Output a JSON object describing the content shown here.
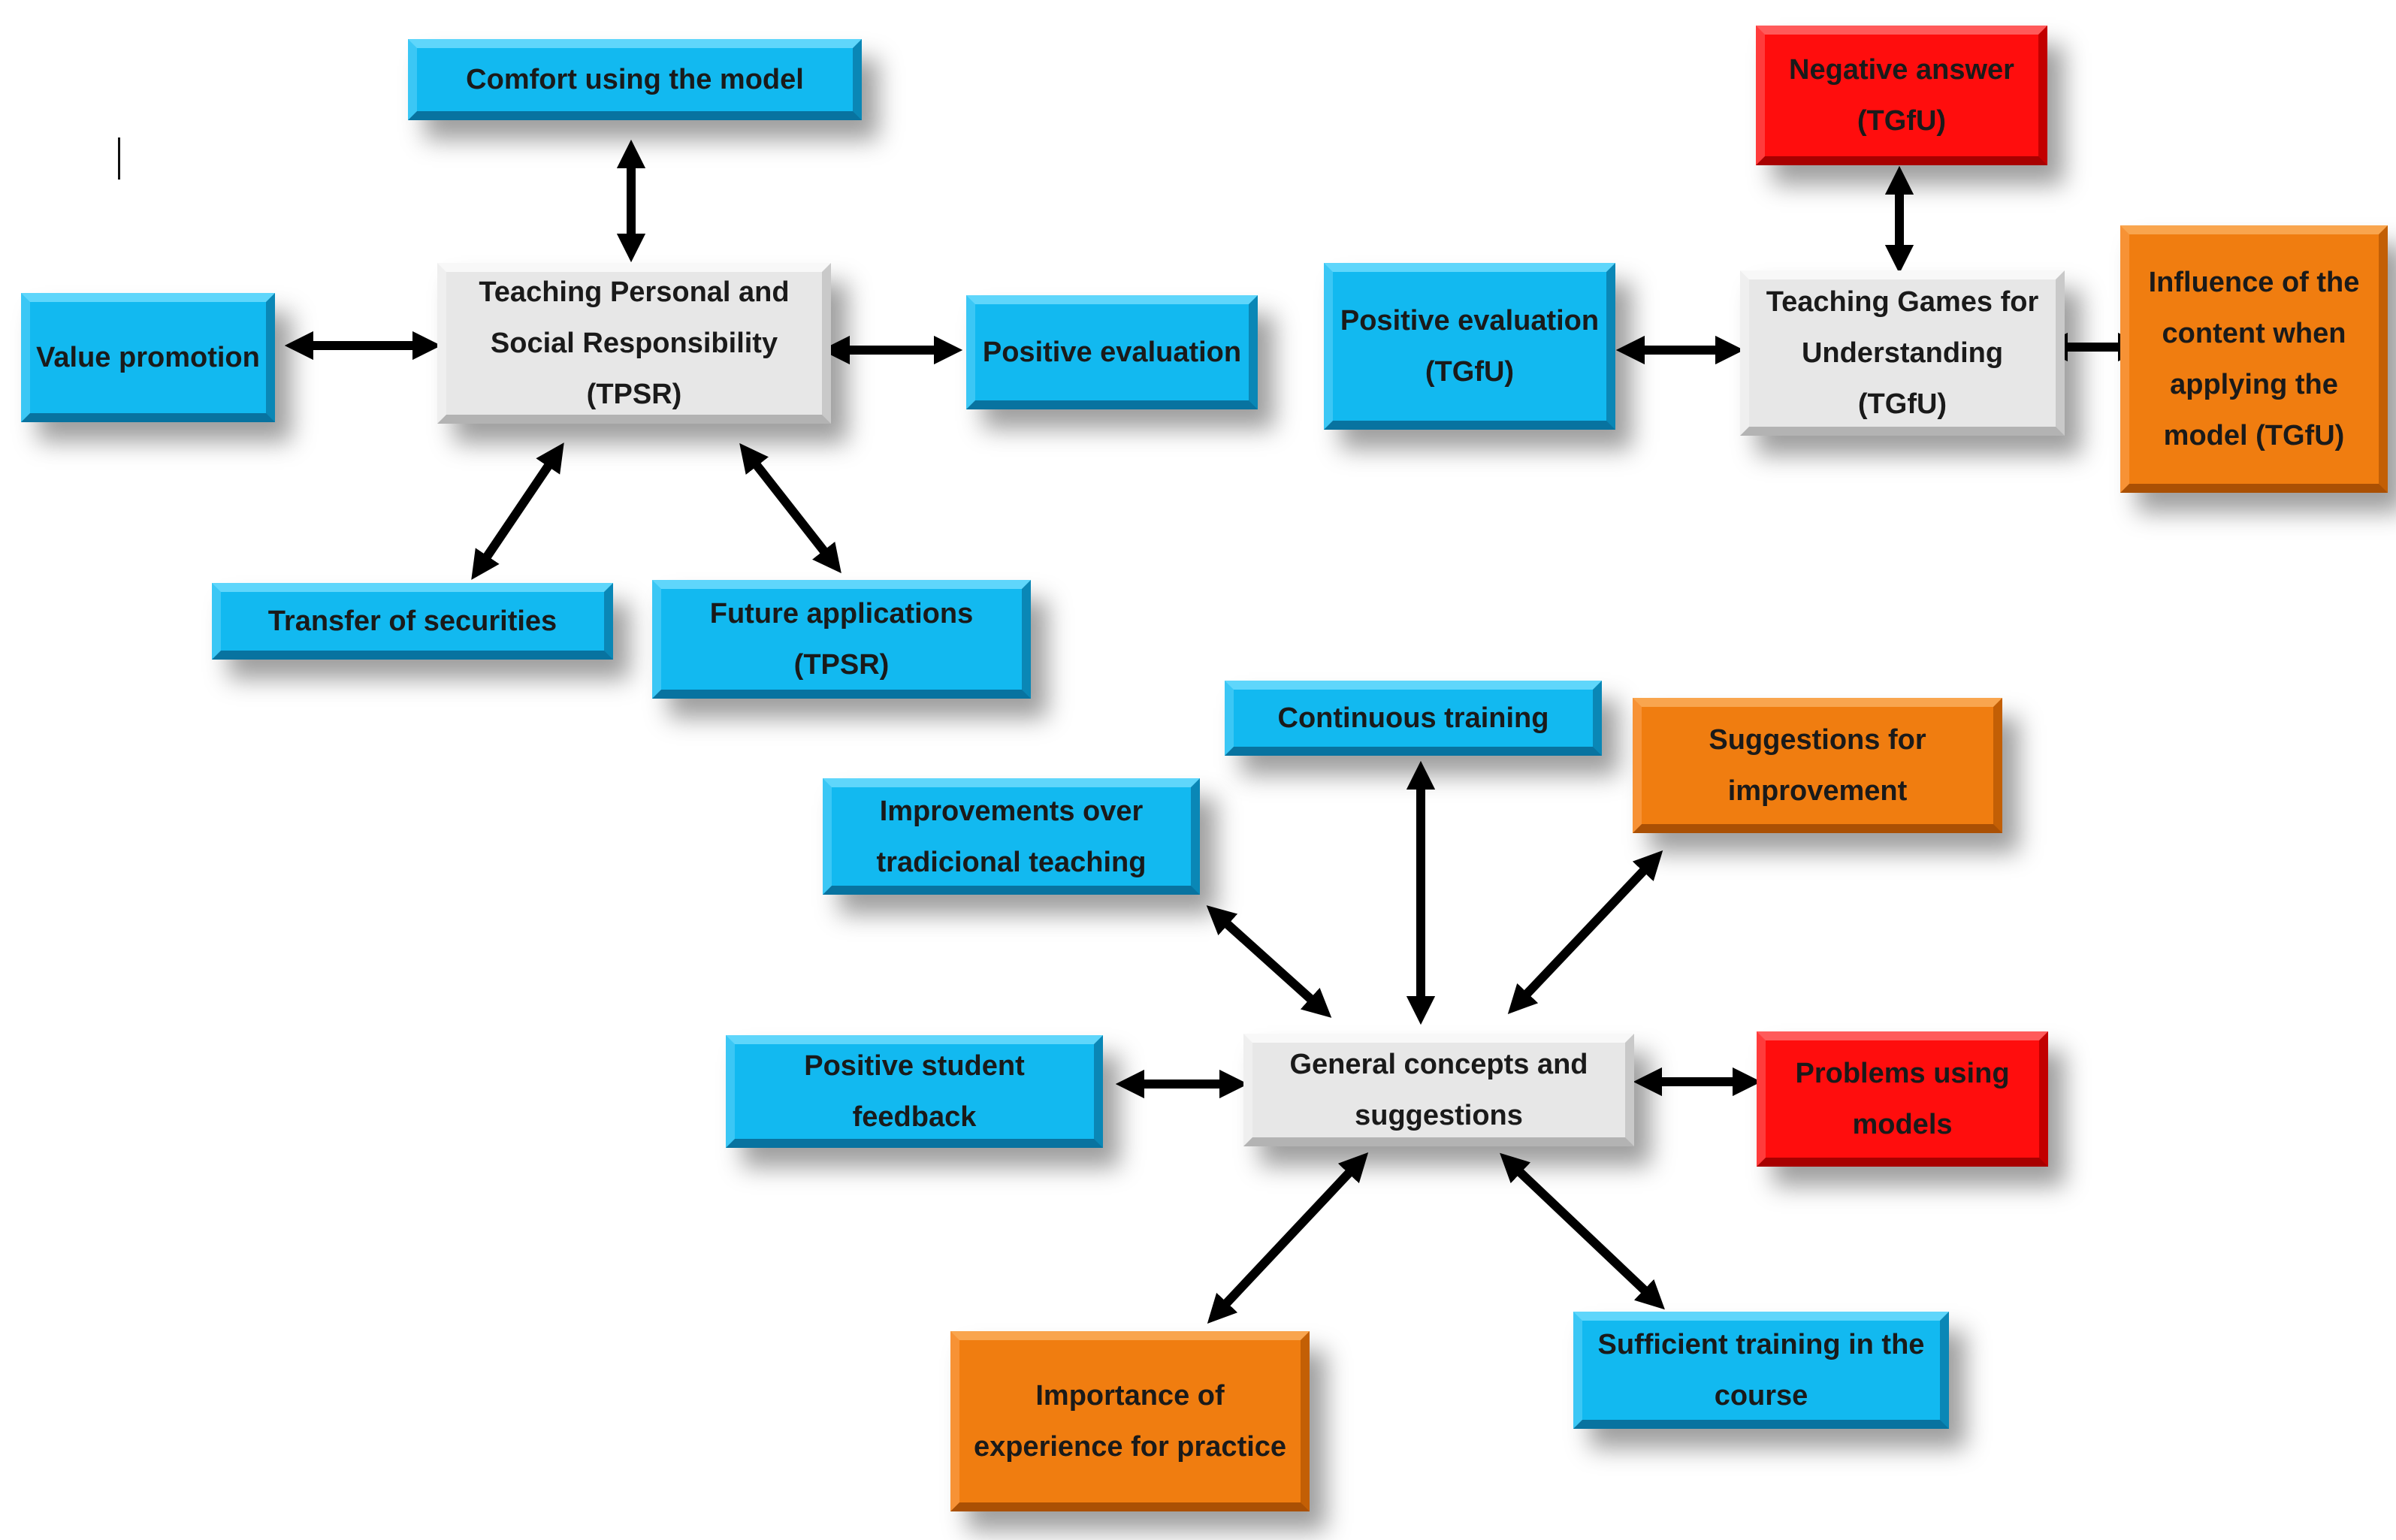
{
  "diagram": {
    "tpsr": {
      "center": "Teaching Personal and Social Responsibility (TPSR)",
      "comfort": "Comfort using the model",
      "value_promotion": "Value promotion",
      "positive_evaluation": "Positive evaluation",
      "transfer": "Transfer of securities",
      "future_applications": "Future applications (TPSR)"
    },
    "tgfu": {
      "center": "Teaching Games for Understanding (TGfU)",
      "negative_answer": "Negative answer (TGfU)",
      "positive_evaluation": "Positive evaluation (TGfU)",
      "influence_content": "Influence of the content when applying the model (TGfU)"
    },
    "general": {
      "center": "General concepts and suggestions",
      "continuous_training": "Continuous training",
      "suggestions": "Suggestions for improvement",
      "improvements": "Improvements over tradicional teaching",
      "positive_feedback": "Positive student feedback",
      "problems": "Problems using models",
      "importance": "Importance of experience for practice",
      "sufficient_training": "Sufficient training in the course"
    },
    "colors": {
      "blue": "#12b9f0",
      "gray": "#e7e7e7",
      "red": "#ff0d0d",
      "orange": "#f07d10",
      "arrow": "#000000"
    }
  }
}
